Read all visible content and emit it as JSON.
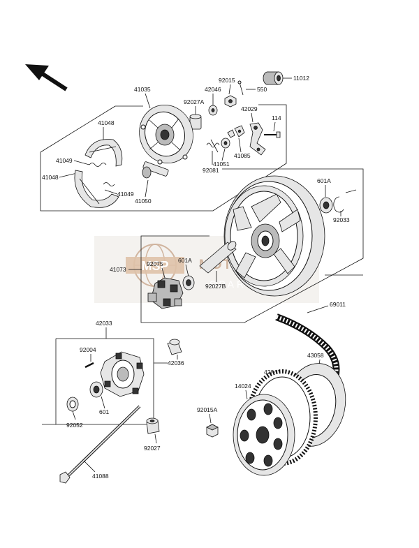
{
  "watermark": {
    "brand": "MOTORCYCLE",
    "sub": "SPARE PARTS",
    "logo_text": "MSP",
    "color": "#c8a88e"
  },
  "labels": {
    "p11012": "11012",
    "p550": "550",
    "p92015": "92015",
    "p42046": "42046",
    "p92027A": "92027A",
    "p41035": "41035",
    "p42029": "42029",
    "p114": "114",
    "p41048a": "41048",
    "p41049a": "41049",
    "p41048b": "41048",
    "p41049b": "41049",
    "p41050": "41050",
    "p92081": "92081",
    "p41051": "41051",
    "p41085": "41085",
    "p601A_top": "601A",
    "p92033": "92033",
    "p41073": "41073",
    "p92075": "92075",
    "p601A_mid": "601A",
    "p92027B": "92027B",
    "p69011": "69011",
    "p42033": "42033",
    "p92004": "92004",
    "p42036": "42036",
    "p601": "601",
    "p92052": "92052",
    "p43058": "43058",
    "p42041": "42041",
    "p14024": "14024",
    "p92015A": "92015A",
    "p92027": "92027",
    "p41088": "41088"
  }
}
